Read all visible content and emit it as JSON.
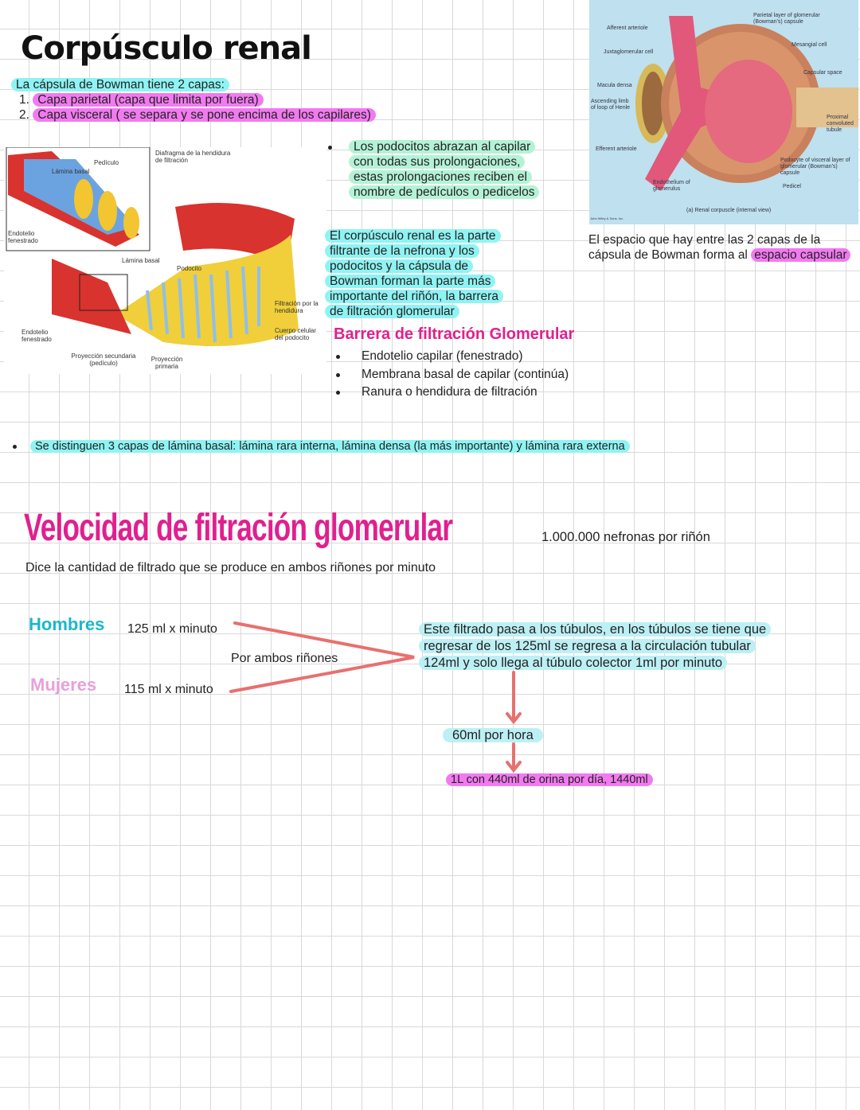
{
  "section1": {
    "title": "Corpúsculo renal",
    "intro": "La cápsula de Bowman tiene 2 capas:",
    "layers": [
      {
        "num": "1.",
        "text": "Capa parietal (capa que limita por fuera)"
      },
      {
        "num": "2.",
        "text": "Capa visceral ( se separa y se pone encima de los capilares)"
      }
    ],
    "podocitos_lines": [
      "Los podocitos abrazan al capilar",
      "con todas sus prolongaciones,",
      "estas prolongaciones reciben el",
      "nombre de pedículos o pedicelos"
    ],
    "corpusculo_lines": [
      "El corpúsculo renal es la parte",
      "filtrante de la nefrona y los",
      "podocitos y la cápsula de",
      "Bowman forman la parte más",
      "importante del riñón, la barrera",
      "de filtración glomerular"
    ],
    "barrier_title": "Barrera de filtración Glomerular",
    "barrier_items": [
      "Endotelio capilar (fenestrado)",
      "Membrana basal de capilar (continúa)",
      "Ranura o hendidura de filtración"
    ],
    "espacio_text": "El espacio que hay entre las 2 capas de la",
    "espacio_text2": "cápsula de Bowman forma al",
    "espacio_highlight": "espacio capsular",
    "lamina_note": "Se distinguen 3 capas de lámina basal: lámina rara interna, lámina densa (la más importante) y lámina rara externa"
  },
  "podocyte_figure": {
    "labels": {
      "lamina_basal": "Lámina basal",
      "pediculo": "Pedículo",
      "diafragma": "Diafragma de la hendidura de filtración",
      "endotelio1": "Endotelio fenestrado",
      "lamina_basal2": "Lámina basal",
      "podocito": "Podocito",
      "filtracion": "Filtración por la hendidura",
      "cuerpo": "Cuerpo celular del podocito",
      "endotelio2": "Endotelio fenestrado",
      "proy_sec": "Proyección secundaria (pedículo)",
      "proy_prim": "Proyección primaria"
    }
  },
  "renal_figure": {
    "labels": {
      "afferent": "Afferent arteriole",
      "juxta": "Juxtaglomerular cell",
      "macula": "Macula densa",
      "ascending": "Ascending limb of loop of Henle",
      "efferent": "Efferent arteriole",
      "endothelium": "Endothelium of glomerulus",
      "parietal": "Parietal layer of glomerular (Bowman's) capsule",
      "mesangial": "Mesangial cell",
      "capsular": "Capsular space",
      "proximal": "Proximal convoluted tubule",
      "podocyte": "Podocyte of visceral layer of glomerular (Bowman's) capsule",
      "pedicel": "Pedicel",
      "caption": "(a) Renal corpuscle (internal view)",
      "credit": "John Wiley & Sons, Inc."
    }
  },
  "section2": {
    "title": "Velocidad de filtración glomerular",
    "nephrons": "1.000.000 nefronas por riñón",
    "subtitle": "Dice la cantidad de filtrado que se produce en ambos riñones por minuto",
    "men_label": "Hombres",
    "men_value": "125 ml x minuto",
    "women_label": "Mujeres",
    "women_value": "115 ml x minuto",
    "both": "Por ambos riñones",
    "tubulos_lines": [
      "Este filtrado pasa a los túbulos, en los túbulos se tiene que",
      "regresar de los 125ml se regresa a la circulación  tubular",
      "124ml y solo llega al túbulo colector 1ml por minuto"
    ],
    "per_hour": "60ml por hora",
    "per_day": "1L con 440ml de orina por día, 1440ml"
  },
  "colors": {
    "cyan": "#8ff3f3",
    "magenta": "#f27af0",
    "mint": "#b4f2d6",
    "title_pink": "#e0208f",
    "men": "#1ab8c8",
    "women": "#e7a0da",
    "arrow": "#e8706e"
  }
}
